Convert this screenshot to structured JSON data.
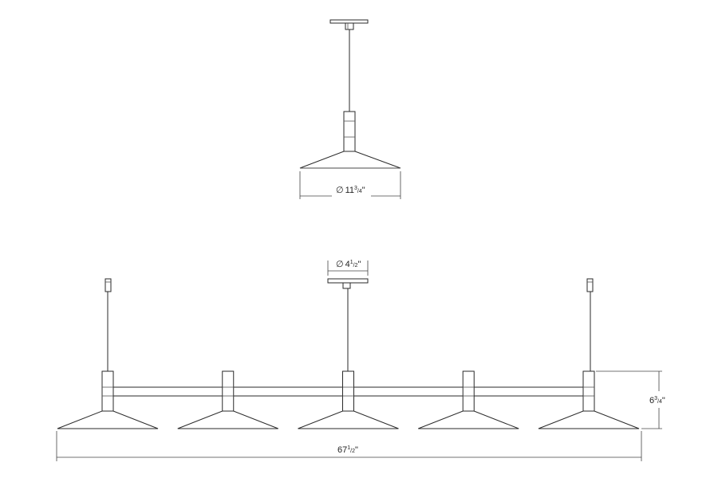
{
  "diagram": {
    "single_pendant": {
      "diameter_label": {
        "symbol": "∅",
        "whole": "11",
        "num": "3",
        "den": "4",
        "unit": "\""
      }
    },
    "linear_pendant": {
      "canopy_diameter_label": {
        "symbol": "∅",
        "whole": "4",
        "num": "1",
        "den": "2",
        "unit": "\""
      },
      "height_label": {
        "whole": "6",
        "num": "3",
        "den": "4",
        "unit": "\""
      },
      "length_label": {
        "whole": "67",
        "num": "1",
        "den": "2",
        "unit": "\""
      },
      "shade_count": 5
    },
    "colors": {
      "line": "#2a2a2a",
      "background": "#ffffff"
    }
  }
}
